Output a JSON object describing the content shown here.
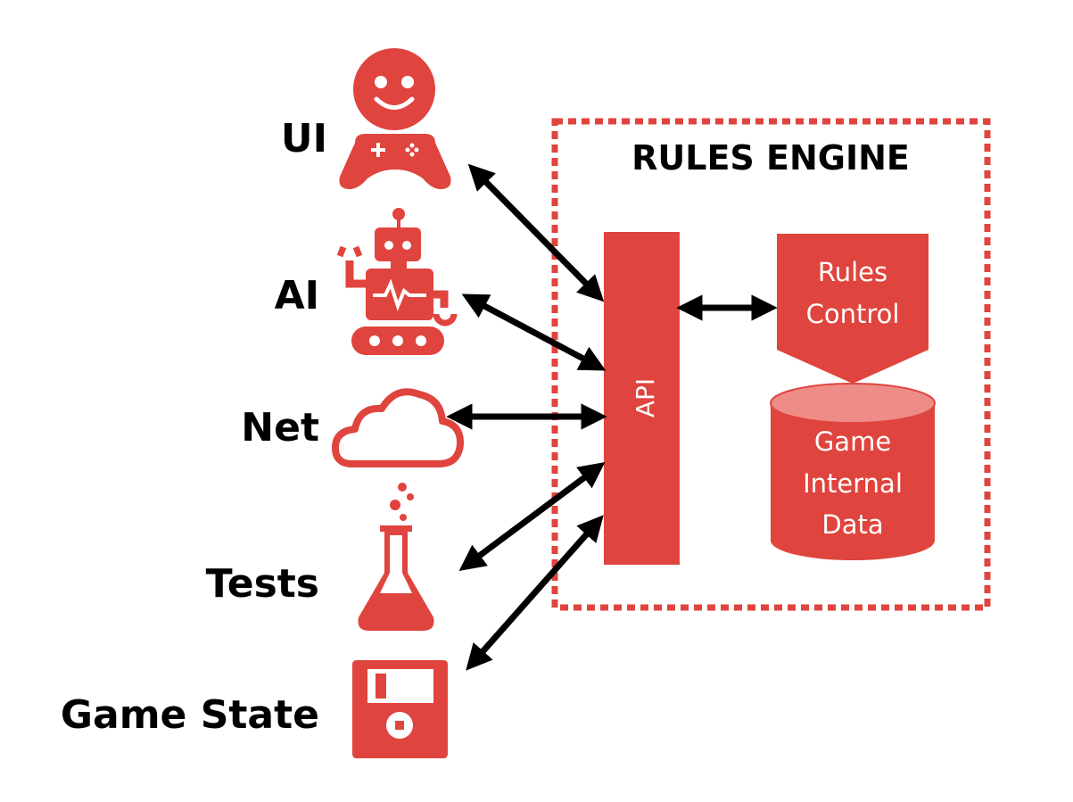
{
  "colors": {
    "accent": "#e0443e",
    "accent_light": "#ee8d88",
    "arrow": "#000000",
    "text_on_accent": "#ffffff"
  },
  "components": [
    {
      "label": "UI",
      "icon": "gamer-avatar-icon"
    },
    {
      "label": "AI",
      "icon": "robot-icon"
    },
    {
      "label": "Net",
      "icon": "cloud-icon"
    },
    {
      "label": "Tests",
      "icon": "flask-icon"
    },
    {
      "label": "Game State",
      "icon": "floppy-disk-icon"
    }
  ],
  "engine": {
    "title": "RULES ENGINE",
    "api_label": "API",
    "rules_control": [
      "Rules",
      "Control"
    ],
    "data_store": [
      "Game",
      "Internal",
      "Data"
    ]
  }
}
